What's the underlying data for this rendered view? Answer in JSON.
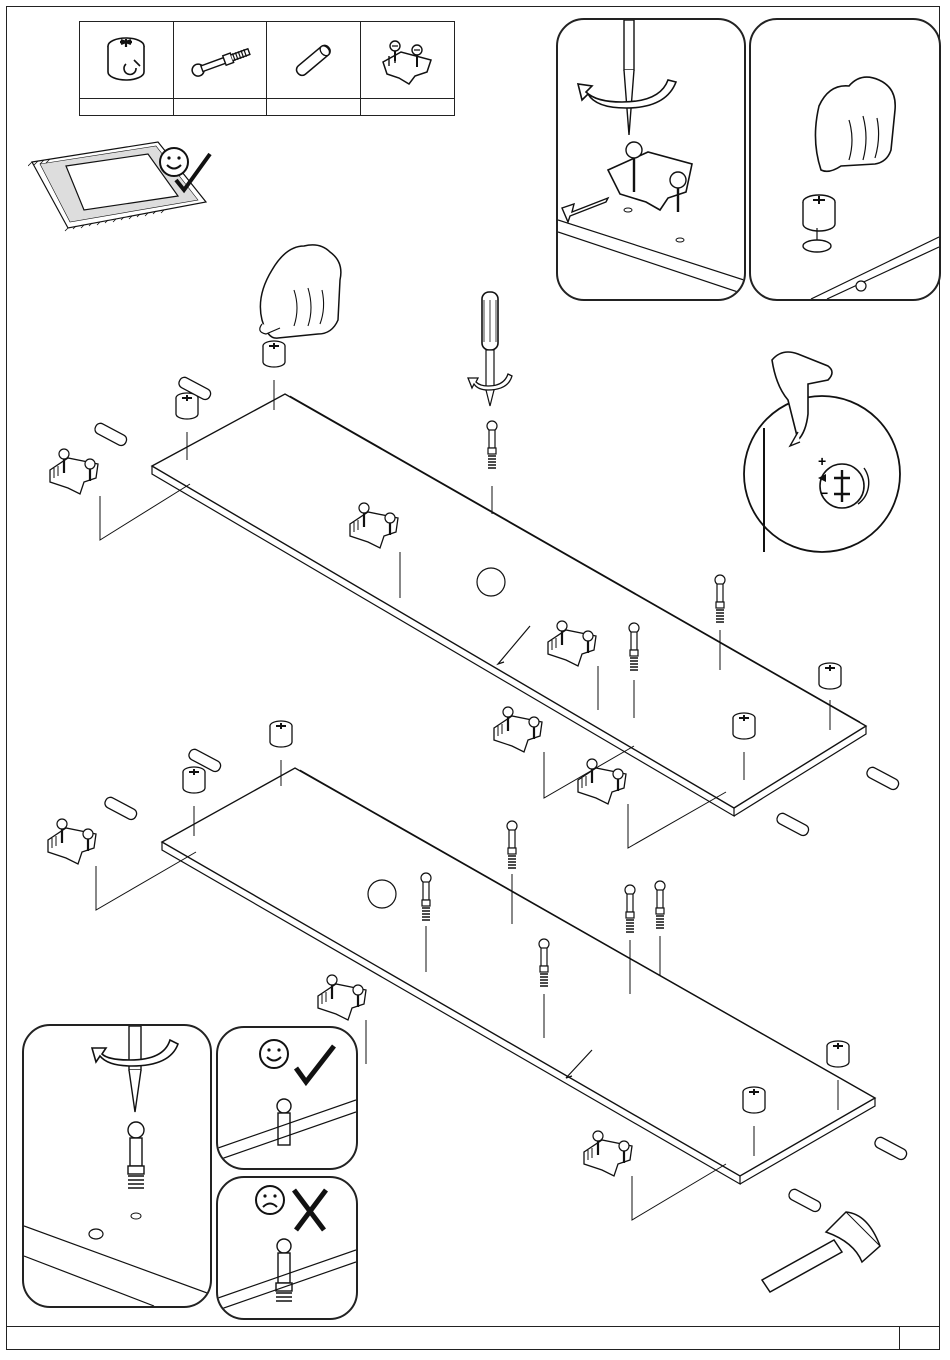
{
  "document": {
    "type": "assembly-instructions",
    "parts": [
      {
        "icon": "cam-lock-icon",
        "qty": ""
      },
      {
        "icon": "cam-bolt-icon",
        "qty": ""
      },
      {
        "icon": "wooden-dowel-icon",
        "qty": ""
      },
      {
        "icon": "hinge-mounting-plate-icon",
        "qty": ""
      }
    ],
    "workspace_icon": "protective-mat-icon",
    "insets": {
      "top_left": "screw-hinge-plate-detail",
      "top_right": "insert-cam-lock-detail",
      "bottom_left": "screw-cam-bolt-detail",
      "bottom_good": "correct-bolt-depth",
      "bottom_bad": "incorrect-bolt-depth"
    },
    "cam_adjust_signs": {
      "plus": "+",
      "minus": "−"
    },
    "footer": {
      "note": "",
      "page": ""
    }
  }
}
